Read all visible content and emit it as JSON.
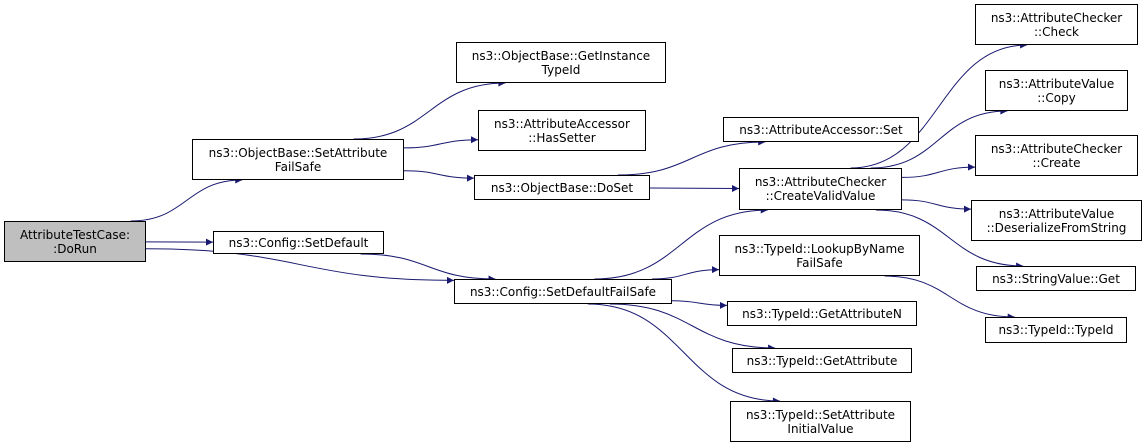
{
  "colors": {
    "edge": "#191970",
    "root_fill": "#bfbfbf",
    "node_fill": "#ffffff",
    "border": "#000000"
  },
  "nodes": {
    "do_run": {
      "lines": [
        "AttributeTestCase:",
        ":DoRun"
      ]
    },
    "set_attribute_fail_safe": {
      "lines": [
        "ns3::ObjectBase::SetAttribute",
        "FailSafe"
      ]
    },
    "config_set_default": {
      "lines": [
        "ns3::Config::SetDefault"
      ]
    },
    "config_set_default_fail_safe": {
      "lines": [
        "ns3::Config::SetDefaultFailSafe"
      ]
    },
    "get_instance_type_id": {
      "lines": [
        "ns3::ObjectBase::GetInstance",
        "TypeId"
      ]
    },
    "has_setter": {
      "lines": [
        "ns3::AttributeAccessor",
        "::HasSetter"
      ]
    },
    "do_set": {
      "lines": [
        "ns3::ObjectBase::DoSet"
      ]
    },
    "accessor_set": {
      "lines": [
        "ns3::AttributeAccessor::Set"
      ]
    },
    "create_valid_value": {
      "lines": [
        "ns3::AttributeChecker",
        "::CreateValidValue"
      ]
    },
    "lookup_by_name_fail_safe": {
      "lines": [
        "ns3::TypeId::LookupByName",
        "FailSafe"
      ]
    },
    "get_attribute_n": {
      "lines": [
        "ns3::TypeId::GetAttributeN"
      ]
    },
    "get_attribute": {
      "lines": [
        "ns3::TypeId::GetAttribute"
      ]
    },
    "set_attribute_initial_value": {
      "lines": [
        "ns3::TypeId::SetAttribute",
        "InitialValue"
      ]
    },
    "checker_check": {
      "lines": [
        "ns3::AttributeChecker",
        "::Check"
      ]
    },
    "value_copy": {
      "lines": [
        "ns3::AttributeValue",
        "::Copy"
      ]
    },
    "checker_create": {
      "lines": [
        "ns3::AttributeChecker",
        "::Create"
      ]
    },
    "value_deserialize": {
      "lines": [
        "ns3::AttributeValue",
        "::DeserializeFromString"
      ]
    },
    "string_value_get": {
      "lines": [
        "ns3::StringValue::Get"
      ]
    },
    "type_id_type_id": {
      "lines": [
        "ns3::TypeId::TypeId"
      ]
    }
  },
  "edges": [
    [
      "do_run",
      "set_attribute_fail_safe"
    ],
    [
      "do_run",
      "config_set_default"
    ],
    [
      "do_run",
      "config_set_default_fail_safe"
    ],
    [
      "set_attribute_fail_safe",
      "get_instance_type_id"
    ],
    [
      "set_attribute_fail_safe",
      "has_setter"
    ],
    [
      "set_attribute_fail_safe",
      "do_set"
    ],
    [
      "config_set_default",
      "config_set_default_fail_safe"
    ],
    [
      "do_set",
      "accessor_set"
    ],
    [
      "do_set",
      "create_valid_value"
    ],
    [
      "config_set_default_fail_safe",
      "create_valid_value"
    ],
    [
      "config_set_default_fail_safe",
      "lookup_by_name_fail_safe"
    ],
    [
      "config_set_default_fail_safe",
      "get_attribute_n"
    ],
    [
      "config_set_default_fail_safe",
      "get_attribute"
    ],
    [
      "config_set_default_fail_safe",
      "set_attribute_initial_value"
    ],
    [
      "create_valid_value",
      "checker_check"
    ],
    [
      "create_valid_value",
      "value_copy"
    ],
    [
      "create_valid_value",
      "checker_create"
    ],
    [
      "create_valid_value",
      "value_deserialize"
    ],
    [
      "create_valid_value",
      "string_value_get"
    ],
    [
      "lookup_by_name_fail_safe",
      "type_id_type_id"
    ]
  ]
}
